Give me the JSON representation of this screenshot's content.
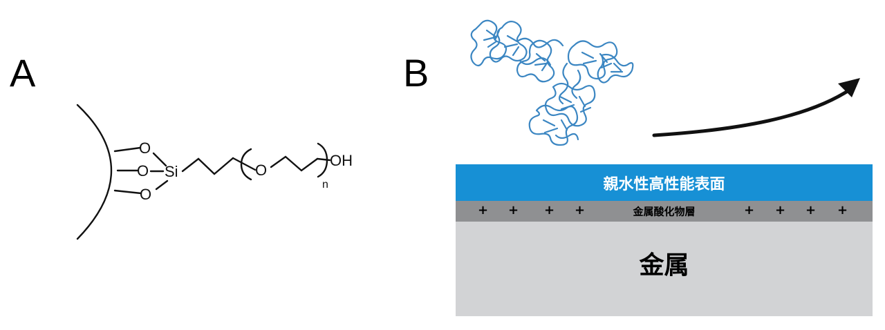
{
  "panels": {
    "a": {
      "label": "A",
      "atoms": {
        "o1": "O",
        "o2": "O",
        "o3": "O",
        "si": "Si",
        "o4": "O",
        "oh": "OH",
        "n": "n"
      }
    },
    "b": {
      "label": "B",
      "coating_label": "親水性高性能表面",
      "oxide_label": "金属酸化物層",
      "metal_label": "金属",
      "charge_symbol": "+",
      "protein_icon": "antibody-protein-structure",
      "arrow_icon": "repel-arrow",
      "colors": {
        "coating": "#1790d5",
        "oxide": "#8f9092",
        "metal": "#d2d3d5",
        "protein": "#3b86c2"
      }
    }
  }
}
